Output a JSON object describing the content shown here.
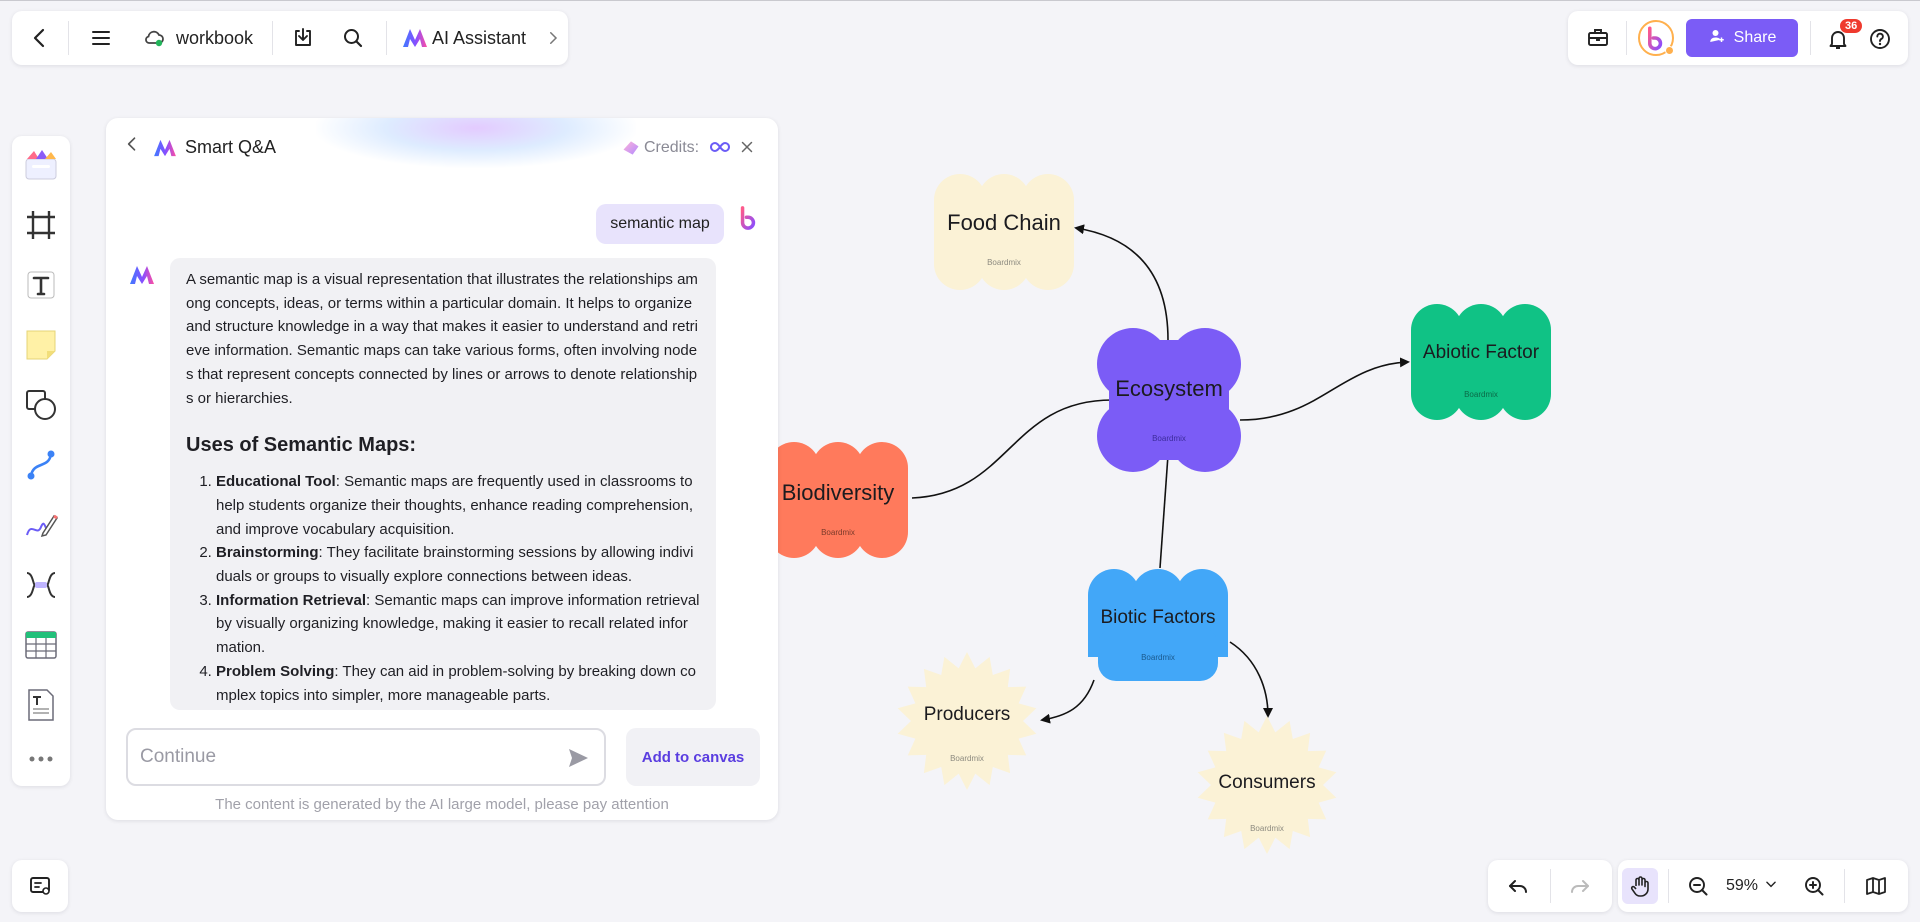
{
  "header": {
    "doc_title": "workbook",
    "ai_assistant_label": "AI Assistant",
    "share_label": "Share",
    "notification_count": "36"
  },
  "chat": {
    "title": "Smart Q&A",
    "credits_label": "Credits:",
    "user_message": "semantic map",
    "answer_intro": "A semantic map is a visual representation that illustrates the relationships among concepts, ideas, or terms within a particular domain. It helps to organize and structure knowledge in a way that makes it easier to understand and retrieve information. Semantic maps can take various forms, often involving nodes that represent concepts connected by lines or arrows to denote relationships or hierarchies.",
    "uses_heading": "Uses of Semantic Maps:",
    "uses": [
      {
        "term": "Educational Tool",
        "text": ": Semantic maps are frequently used in classrooms to help students organize their thoughts, enhance reading comprehension, and improve vocabulary acquisition."
      },
      {
        "term": "Brainstorming",
        "text": ": They facilitate brainstorming sessions by allowing individuals or groups to visually explore connections between ideas."
      },
      {
        "term": "Information Retrieval",
        "text": ": Semantic maps can improve information retrieval by visually organizing knowledge, making it easier to recall related information."
      },
      {
        "term": "Problem Solving",
        "text": ": They can aid in problem-solving by breaking down complex topics into simpler, more manageable parts."
      }
    ],
    "input_placeholder": "Continue",
    "add_to_canvas_label": "Add to canvas",
    "disclaimer": "The content is generated by the AI large model, please pay attention"
  },
  "canvas": {
    "watermark": "Boardmix",
    "nodes": {
      "ecosystem": {
        "label": "Ecosystem",
        "color": "#7b5cf6"
      },
      "food_chain": {
        "label": "Food Chain",
        "color": "#fbf2d6"
      },
      "abiotic": {
        "label": "Abiotic Factor",
        "color": "#10c285"
      },
      "biodiversity": {
        "label": "Biodiversity",
        "color": "#ff7a5c"
      },
      "biotic": {
        "label": "Biotic Factors",
        "color": "#42a7f8"
      },
      "producers": {
        "label": "Producers",
        "color": "#fbf2d6"
      },
      "consumers": {
        "label": "Consumers",
        "color": "#fbf2d6"
      }
    }
  },
  "footer": {
    "zoom": "59%"
  },
  "colors": {
    "accent": "#7b5cf6",
    "badge": "#ef3a2e"
  }
}
